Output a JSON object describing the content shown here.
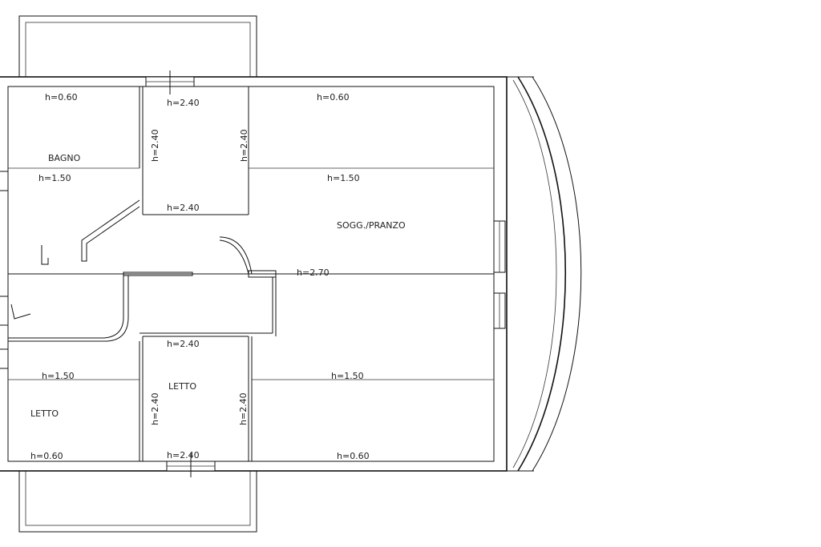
{
  "rooms": {
    "bagno": "BAGNO",
    "soggiorno": "SOGG./PRANZO",
    "letto_center": "LETTO",
    "letto_left": "LETTO"
  },
  "heights": {
    "bagno_top": "h=0.60",
    "bagno_mid": "h=1.50",
    "closet_top": "h=2.40",
    "closet_bottom": "h=2.40",
    "closet_left": "h=2.40",
    "closet_right": "h=2.40",
    "living_top": "h=0.60",
    "living_mid": "h=1.50",
    "hall": "h=2.70",
    "center_top": "h=2.40",
    "center_left": "h=2.40",
    "center_right": "h=2.40",
    "center_bottom": "h=2.40",
    "left_mid": "h=1.50",
    "left_bottom": "h=0.60",
    "right_mid": "h=1.50",
    "right_bottom": "h=0.60"
  }
}
